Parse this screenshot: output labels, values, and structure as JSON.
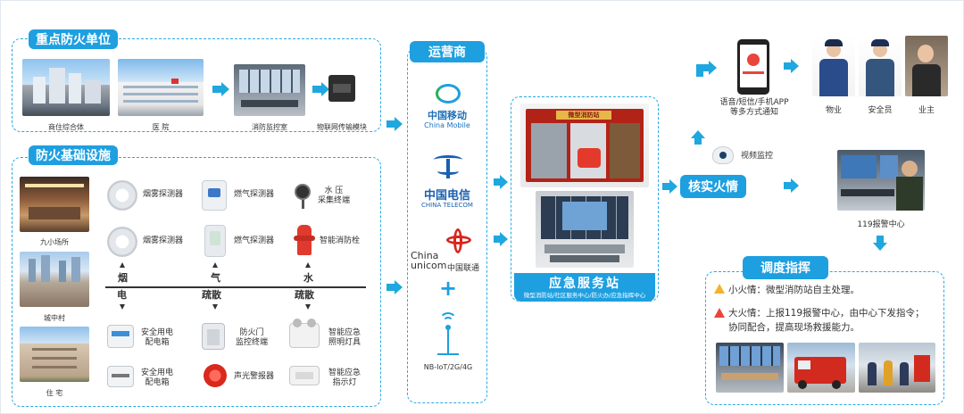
{
  "sections": {
    "key_units": {
      "title": "重点防火单位",
      "items": [
        "商住综合体",
        "医  院",
        "消防监控室",
        "物联网传输模块"
      ]
    },
    "infrastructure": {
      "title": "防火基础设施",
      "places": [
        "九小场所",
        "城中村",
        "住  宅"
      ],
      "devices": {
        "smoke1": "烟雾探测器",
        "gas1": "燃气探测器",
        "water_pressure": "水  压\n采集终端",
        "smoke2": "烟雾探测器",
        "gas2": "燃气探测器",
        "hydrant": "智能消防栓",
        "power1": "安全用电\n配电箱",
        "firedoor": "防火门\n监控终端",
        "lighting": "智能应急\n照明灯具",
        "power2": "安全用电\n配电箱",
        "alarm": "声光警报器",
        "indicator": "智能应急\n指示灯"
      },
      "categories_top": [
        "烟",
        "气",
        "水"
      ],
      "categories_bottom": [
        "电",
        "疏散",
        "疏散"
      ]
    },
    "operators": {
      "title": "运营商",
      "mobile_cn": "中国移动",
      "mobile_en": "China Mobile",
      "telecom_cn": "中国电信",
      "telecom_en": "CHINA TELECOM",
      "unicom_en1": "China",
      "unicom_en2": "unicom",
      "unicom_cn": "中国联通",
      "plus": "+",
      "network": "NB-IoT/2G/4G"
    },
    "station": {
      "sign": "微型消防站",
      "title": "应急服务站",
      "subtitle": "微型消防站/社区服务中心/防火办/应急指挥中心"
    },
    "verify": {
      "title": "核实火情",
      "video": "视频监控",
      "notify": "语音/短信/手机APP\n等多方式通知",
      "people": [
        "物业",
        "安全员",
        "业主"
      ],
      "center": "119报警中心"
    },
    "dispatch": {
      "title": "调度指挥",
      "small": "小火情：微型消防站自主处理。",
      "big": "大火情：上报119报警中心，由中心下发指令；协同配合，提高现场救援能力。"
    }
  },
  "colors": {
    "accent": "#1e9fe0",
    "arrow": "#1fa7df",
    "warning": "#f2b32a",
    "red": "#e8453c"
  }
}
